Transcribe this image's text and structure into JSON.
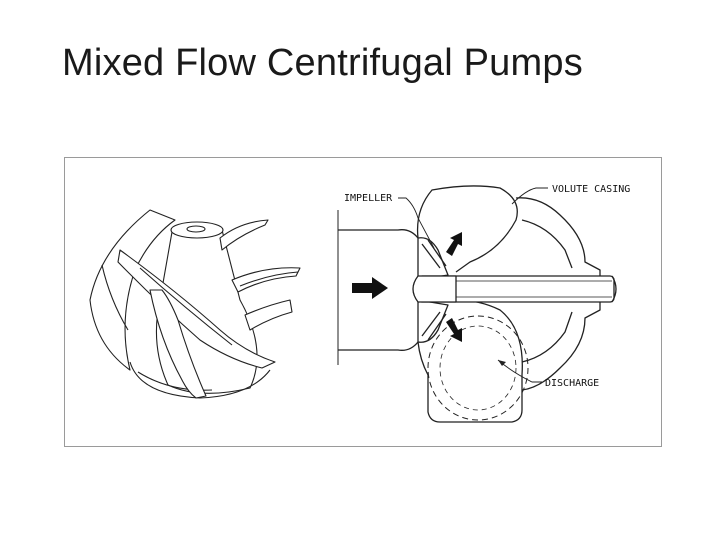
{
  "slide": {
    "title": "Mixed Flow Centrifugal Pumps"
  },
  "diagram": {
    "labels": {
      "impeller": "IMPELLER",
      "volute_casing": "VOLUTE CASING",
      "discharge": "DISCHARGE"
    }
  },
  "colors": {
    "line": "#222222",
    "frame": "#9a9a9a",
    "title": "#1a1a1a"
  }
}
